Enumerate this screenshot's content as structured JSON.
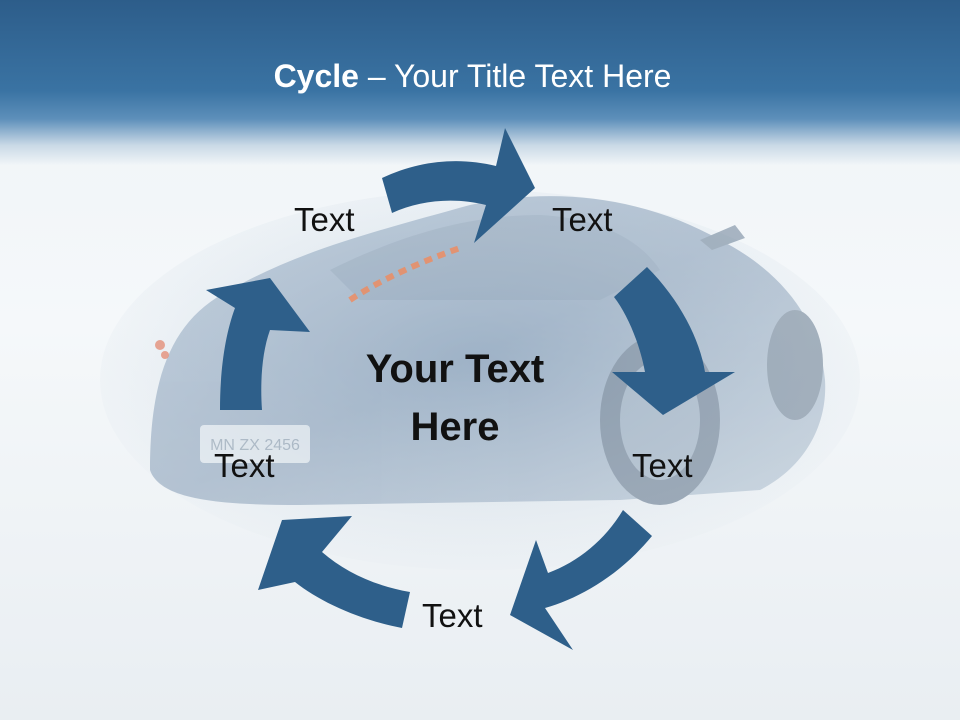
{
  "title": {
    "bold": "Cycle",
    "rest": " – Your Title Text Here"
  },
  "center": {
    "line1": "Your Text",
    "line2": "Here"
  },
  "cycle": {
    "labels": [
      "Text",
      "Text",
      "Text",
      "Text",
      "Text"
    ]
  },
  "colors": {
    "arrow": "#2e5f8a",
    "header": "#2d5d8a",
    "text": "#111111"
  },
  "background": {
    "image": "car-photo",
    "plate_text": "MN ZX 2456"
  }
}
